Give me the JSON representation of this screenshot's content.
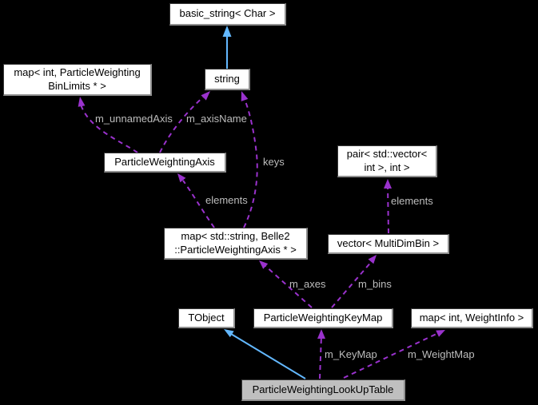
{
  "diagram": {
    "kind": "class-collaboration-graph",
    "focus_class": "ParticleWeightingLookUpTable"
  },
  "colors": {
    "bg": "#000000",
    "node_fill": "#ffffff",
    "node_text": "#000000",
    "highlight_fill": "#bfbfbf",
    "edge_purple": "#9a32cd",
    "edge_blue": "#63b8ff",
    "label_gray": "#bdbdbd"
  },
  "nodes": {
    "basic_string": {
      "label": "basic_string< Char >"
    },
    "map_int_binlimits": {
      "label": "map< int, ParticleWeighting\nBinLimits * >"
    },
    "string": {
      "label": "string"
    },
    "particle_weighting_axis": {
      "label": "ParticleWeightingAxis"
    },
    "pair_vector_int": {
      "label": "pair< std::vector<\nint >, int >"
    },
    "map_string_axis": {
      "label": "map< std::string, Belle2\n::ParticleWeightingAxis * >"
    },
    "vector_multidimbin": {
      "label": "vector< MultiDimBin >"
    },
    "tobject": {
      "label": "TObject"
    },
    "particle_weighting_keymap": {
      "label": "ParticleWeightingKeyMap"
    },
    "map_int_weightinfo": {
      "label": "map< int, WeightInfo >"
    },
    "particle_weighting_lookuptable": {
      "label": "ParticleWeightingLookUpTable",
      "highlighted": true
    }
  },
  "edges": [
    {
      "from": "string",
      "to": "basic_string< Char >",
      "style": "inheritance",
      "label": ""
    },
    {
      "from": "ParticleWeightingAxis",
      "to": "map< int, ParticleWeightingBinLimits * >",
      "style": "usage-dashed",
      "label": "m_unnamedAxis"
    },
    {
      "from": "ParticleWeightingAxis",
      "to": "string",
      "style": "usage-dashed",
      "label": "m_axisName"
    },
    {
      "from": "map< std::string, Belle2::ParticleWeightingAxis * >",
      "to": "string",
      "style": "usage-dashed",
      "label": "keys"
    },
    {
      "from": "map< std::string, Belle2::ParticleWeightingAxis * >",
      "to": "ParticleWeightingAxis",
      "style": "usage-dashed",
      "label": "elements"
    },
    {
      "from": "vector< MultiDimBin >",
      "to": "pair< std::vector< int >, int >",
      "style": "usage-dashed",
      "label": "elements"
    },
    {
      "from": "ParticleWeightingKeyMap",
      "to": "map< std::string, Belle2::ParticleWeightingAxis * >",
      "style": "usage-dashed",
      "label": "m_axes"
    },
    {
      "from": "ParticleWeightingKeyMap",
      "to": "vector< MultiDimBin >",
      "style": "usage-dashed",
      "label": "m_bins"
    },
    {
      "from": "ParticleWeightingLookUpTable",
      "to": "TObject",
      "style": "inheritance",
      "label": ""
    },
    {
      "from": "ParticleWeightingLookUpTable",
      "to": "ParticleWeightingKeyMap",
      "style": "usage-dashed",
      "label": "m_KeyMap"
    },
    {
      "from": "ParticleWeightingLookUpTable",
      "to": "map< int, WeightInfo >",
      "style": "usage-dashed",
      "label": "m_WeightMap"
    }
  ]
}
